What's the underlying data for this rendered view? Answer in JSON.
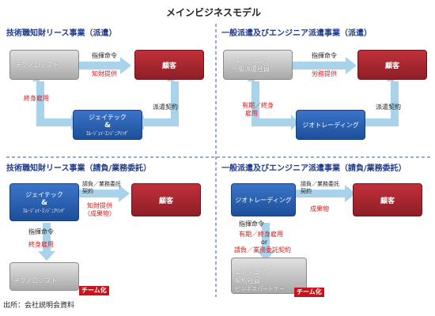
{
  "title": "メインビジネスモデル",
  "footer": "出所：会社説明会資料",
  "q1": {
    "heading": "技術職知財リース事業（派遣）",
    "techno": "テクノロジスト",
    "client": "顧客",
    "center_line1": "ジェイテック",
    "center_line2": "&",
    "center_line3": "ｴﾙ･ｼﾞｪｲ･ｴﾝｼﾞﾆｱﾘﾝｸﾞ",
    "cmd": "指揮命令",
    "ip": "知財提供",
    "contract": "派遣契約",
    "lifetime": "終身雇用"
  },
  "q2": {
    "heading": "一般派遣及びエンジニア派遣事業（派遣）",
    "worker_line1": "エンジニア",
    "worker_line2": "一般派遣社員",
    "client": "顧客",
    "center": "ジオトレーディング",
    "cmd": "指揮命令",
    "labor": "労務提供",
    "contract": "派遣契約",
    "emp_line1": "有期／終身",
    "emp_line2": "雇用"
  },
  "q3": {
    "heading": "技術職知財リース事業（請負/業務委託）",
    "center_line1": "ジェイテック",
    "center_line2": "&",
    "center_line3": "ｴﾙ･ｼﾞｪｲ･ｴﾝｼﾞﾆｱﾘﾝｸﾞ",
    "client": "顧客",
    "contract_line1": "請負／業務委託",
    "contract_line2": "契約",
    "ip_line1": "知財提供",
    "ip_line2": "（成果物）",
    "cmd": "指揮命令",
    "lifetime": "終身雇用",
    "techno": "テクノロジスト",
    "team": "チーム化"
  },
  "q4": {
    "heading": "一般派遣及びエンジニア派遣事業（請負/業務委託）",
    "center": "ジオトレーディング",
    "client": "顧客",
    "contract_line1": "請負／業務委託",
    "contract_line2": "契約",
    "deliverable": "成果物",
    "cmd": "指揮命令",
    "emp": "有期／終身雇用",
    "or": "or",
    "outsourcing": "請負／業務委託契約",
    "worker_line1": "エンジニア",
    "worker_line2": "契約社員",
    "worker_line3": "ビジネスパートナー",
    "team": "チーム化"
  },
  "colors": {
    "arrow": "#a9d3ea",
    "client_red": "#a8262e",
    "center_blue": "#2a60b2",
    "heading_blue": "#1f3a8a",
    "accent_red": "#d21f1f"
  }
}
